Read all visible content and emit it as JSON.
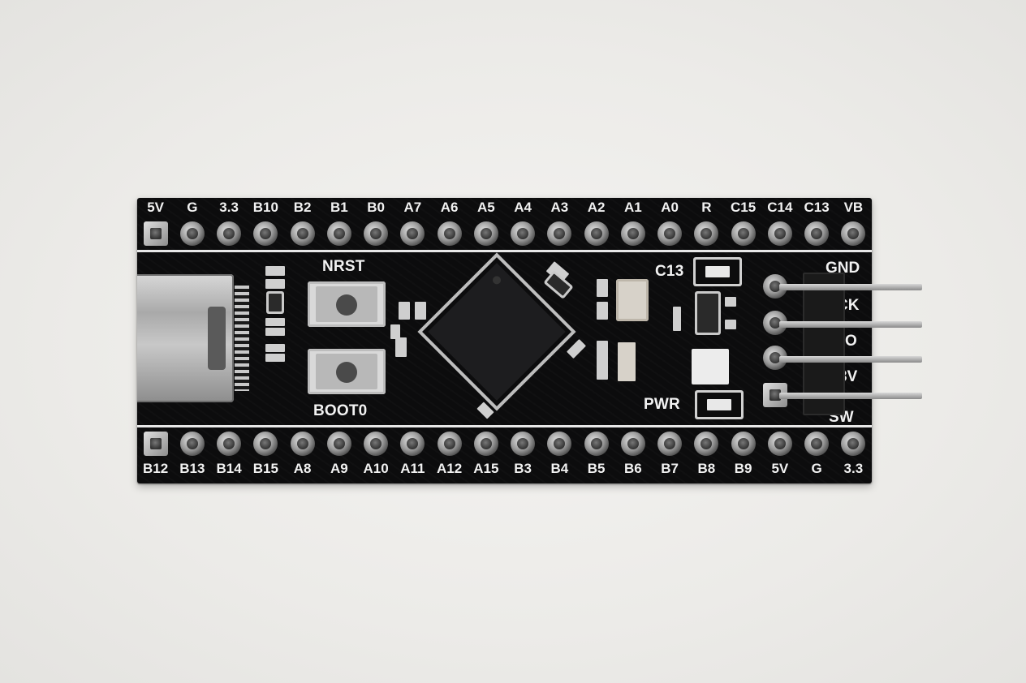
{
  "board": {
    "top_pins": [
      "5V",
      "G",
      "3.3",
      "B10",
      "B2",
      "B1",
      "B0",
      "A7",
      "A6",
      "A5",
      "A4",
      "A3",
      "A2",
      "A1",
      "A0",
      "R",
      "C15",
      "C14",
      "C13",
      "VB"
    ],
    "bottom_pins": [
      "B12",
      "B13",
      "B14",
      "B15",
      "A8",
      "A9",
      "A10",
      "A11",
      "A12",
      "A15",
      "B3",
      "B4",
      "B5",
      "B6",
      "B7",
      "B8",
      "B9",
      "5V",
      "G",
      "3.3"
    ],
    "buttons": {
      "reset": "NRST",
      "boot": "BOOT0"
    },
    "led_labels": {
      "c13": "C13",
      "power": "PWR"
    },
    "swd_labels": [
      "GND",
      "CK",
      "O",
      "3V",
      "SW"
    ]
  }
}
